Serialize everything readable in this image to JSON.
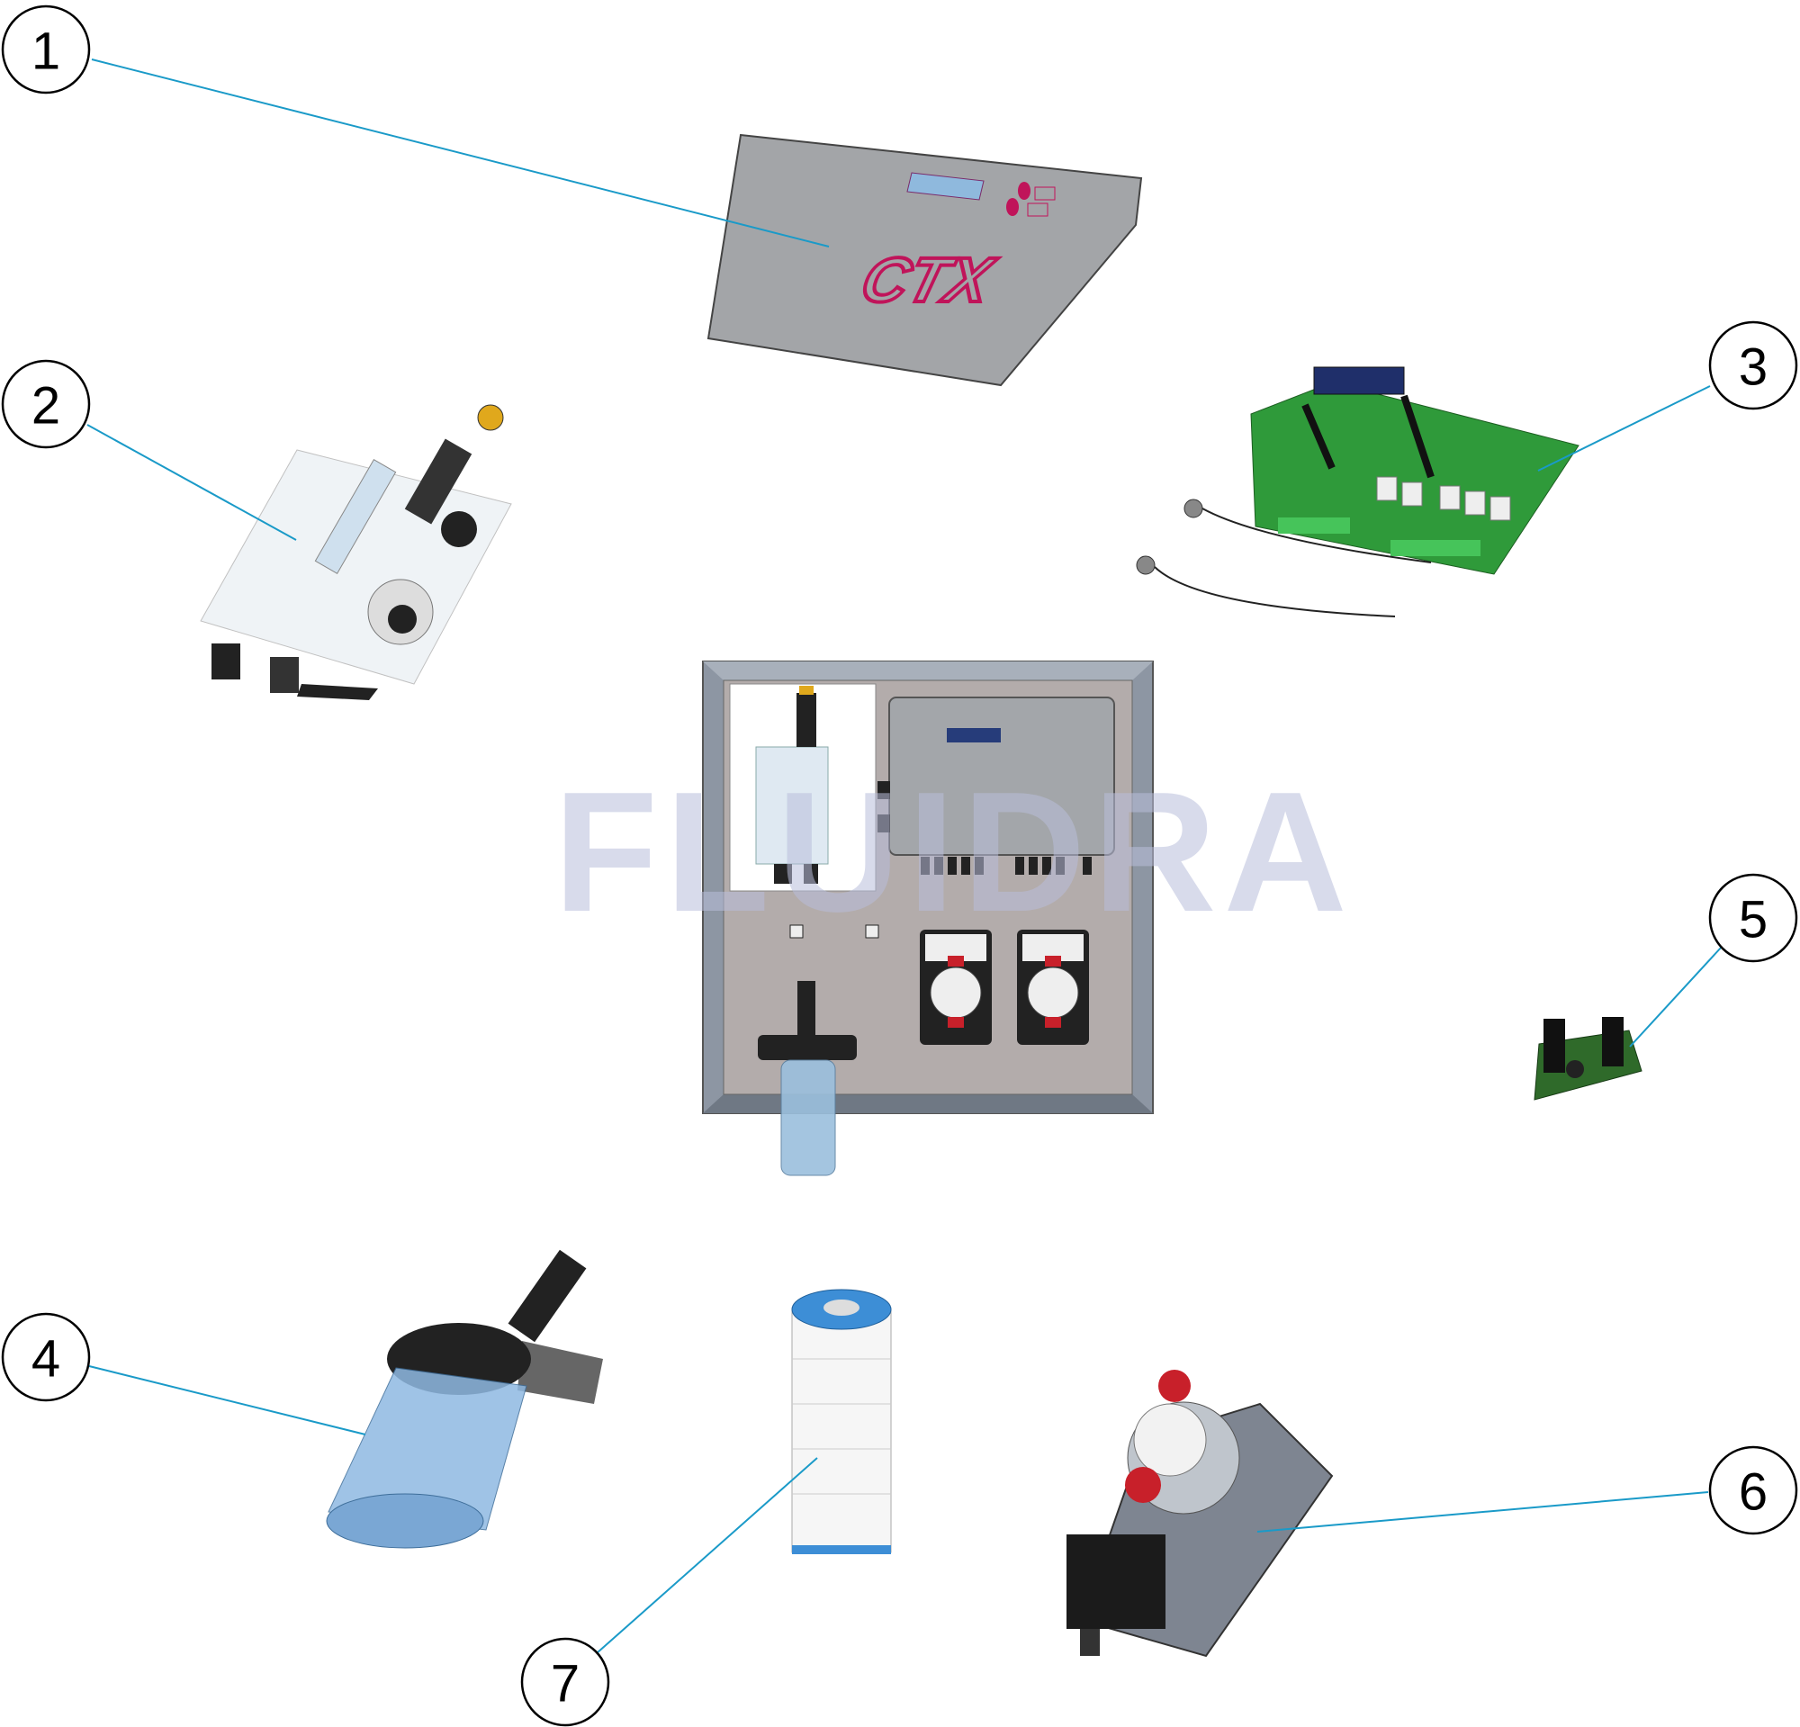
{
  "diagram": {
    "type": "exploded-parts-view",
    "watermark": "FLUIDRA",
    "panel_logo": "CTX",
    "callouts": [
      {
        "number": "1",
        "part": "front-membrane-panel"
      },
      {
        "number": "2",
        "part": "flow-cell-assembly"
      },
      {
        "number": "3",
        "part": "control-pcb-with-probes"
      },
      {
        "number": "4",
        "part": "water-filter"
      },
      {
        "number": "5",
        "part": "connector-board"
      },
      {
        "number": "6",
        "part": "dosing-pump"
      },
      {
        "number": "7",
        "part": "filter-cartridge"
      }
    ],
    "colors": {
      "leader": "#1a9ac8",
      "logo": "#c0145a",
      "panel": "#a3a5a8",
      "pcb": "#2f9a3a"
    }
  }
}
